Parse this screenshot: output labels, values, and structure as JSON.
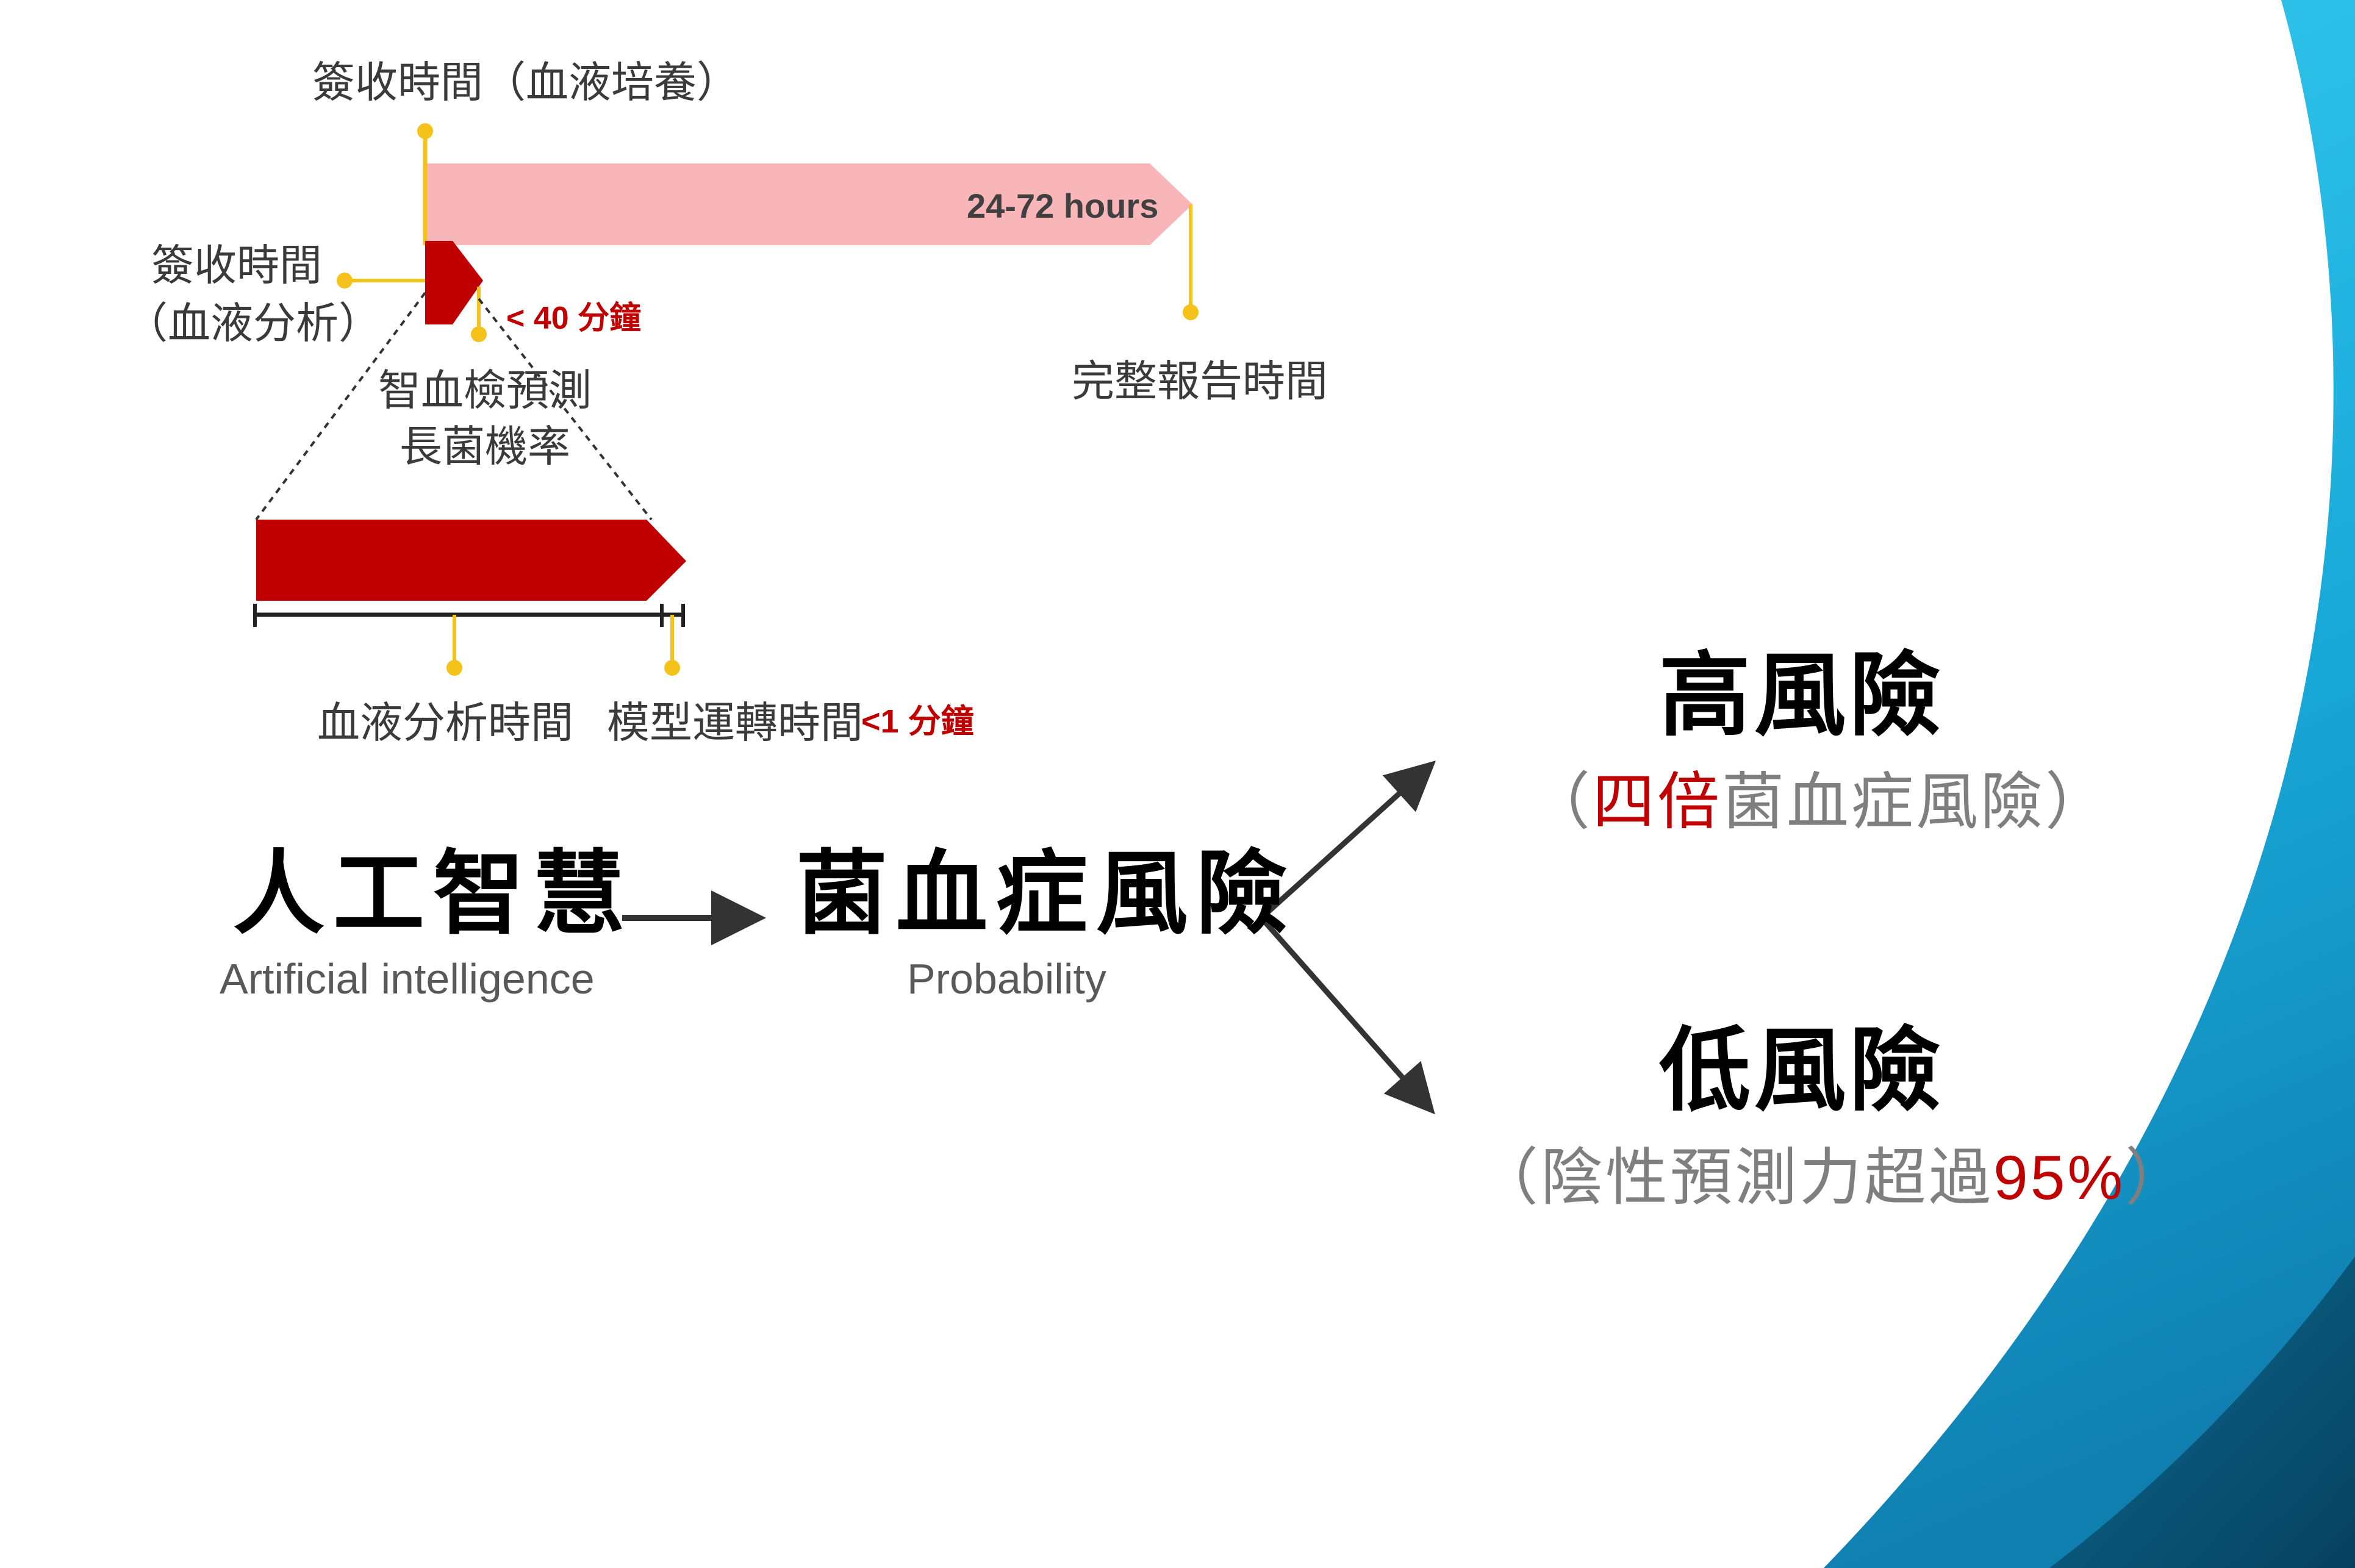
{
  "timeline": {
    "culture_sign_label": "簽收時間（血液培養）",
    "culture_duration": "24-72 hours",
    "culture_report_label": "完整報告時間",
    "analysis_sign_line1": "簽收時間",
    "analysis_sign_line2": "（血液分析）",
    "analysis_duration": "< 40 分鐘",
    "prediction_line1": "智血檢預測",
    "prediction_line2": "長菌機率",
    "analysis_time_label": "血液分析時間",
    "model_time_label": "模型運轉時間",
    "model_duration": "<1 分鐘"
  },
  "flow": {
    "ai_zh": "人工智慧",
    "ai_en": "Artificial intelligence",
    "prob_zh": "菌血症風險",
    "prob_en": "Probability"
  },
  "outcomes": {
    "high": {
      "title": "高風險",
      "open": "（",
      "highlight": "四倍",
      "rest": "菌血症風險",
      "close": "）"
    },
    "low": {
      "title": "低風險",
      "open": "（",
      "rest": "陰性預測力超過",
      "highlight": "95%",
      "close": "）"
    }
  },
  "colors": {
    "long_bar": "#f9b6b9",
    "short_bar": "#c00000",
    "marker": "#f5c21b",
    "accent": "#c00000",
    "blue_light": "#31c3ea",
    "blue_dark": "#0a5f84"
  }
}
